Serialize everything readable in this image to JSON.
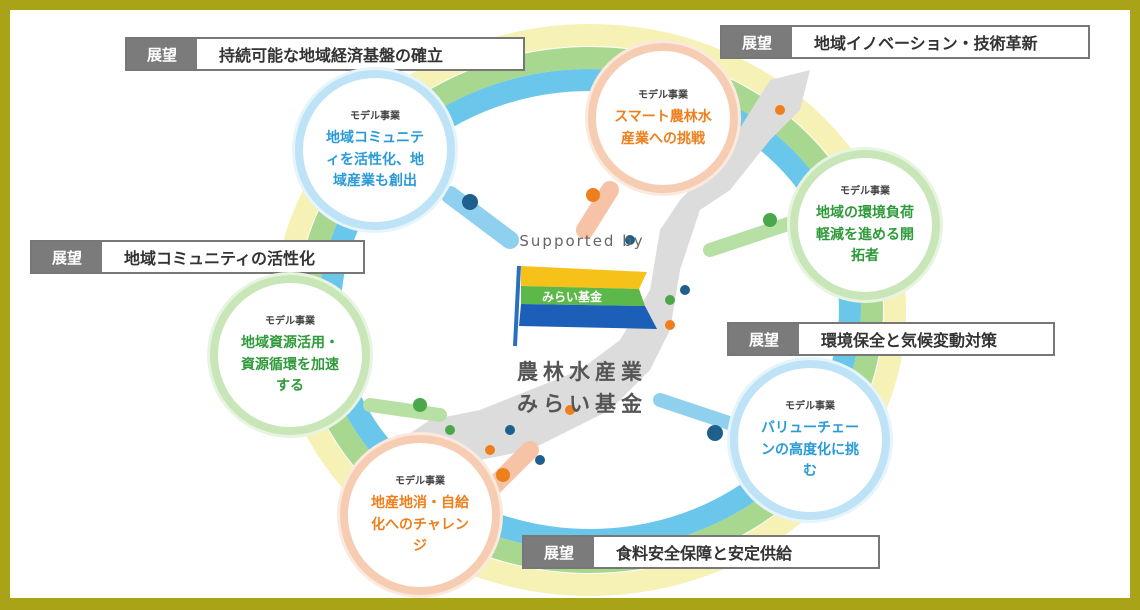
{
  "center": {
    "supported_by": "Supported by",
    "flag_text": "みらい基金",
    "org_line1": "農林水産業",
    "org_line2": "みらい基金"
  },
  "model_label": "モデル事業",
  "visions": [
    {
      "tag": "展望",
      "text": "持続可能な地域経済基盤の確立"
    },
    {
      "tag": "展望",
      "text": "地域イノベーション・技術革新"
    },
    {
      "tag": "展望",
      "text": "地域コミュニティの活性化"
    },
    {
      "tag": "展望",
      "text": "環境保全と気候変動対策"
    },
    {
      "tag": "展望",
      "text": "食料安全保障と安定供給"
    }
  ],
  "projects": [
    {
      "text": "地域コミュニティを活性化、地域産業も創出",
      "color": "blue"
    },
    {
      "text": "スマート農林水産業への挑戦",
      "color": "orange"
    },
    {
      "text": "地域の環境負荷軽減を進める開拓者",
      "color": "green"
    },
    {
      "text": "地域資源活用・資源循環を加速する",
      "color": "green"
    },
    {
      "text": "バリューチェーンの高度化に挑む",
      "color": "blue"
    },
    {
      "text": "地産地消・自給化へのチャレンジ",
      "color": "orange"
    }
  ],
  "colors": {
    "frame": "#a9a317",
    "blue": "#5bc0e6",
    "green": "#9fd48a",
    "yellow": "#f6f1b5",
    "orange": "#ee7f1c"
  }
}
